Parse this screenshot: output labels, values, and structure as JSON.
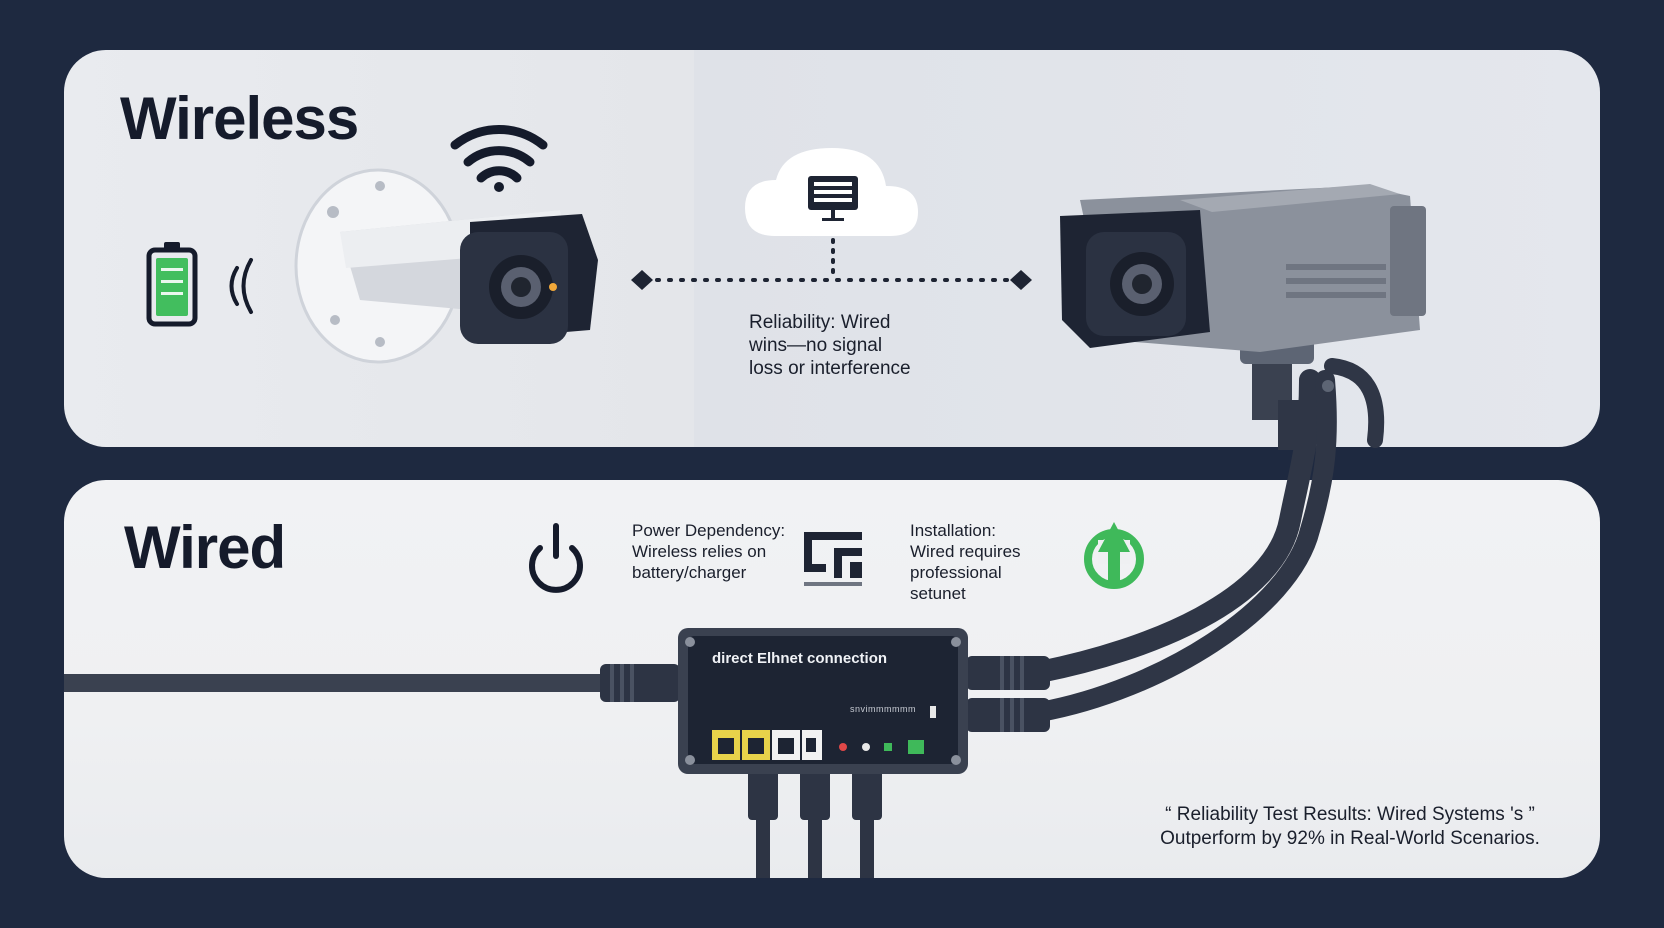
{
  "wireless": {
    "title": "Wireless",
    "icons": [
      "wifi-icon",
      "battery-icon",
      "signal-waves-icon",
      "bullet-camera-icon",
      "cloud-server-icon"
    ]
  },
  "reliability": {
    "lines": [
      "Reliability: Wired",
      "wins—no signal",
      "loss or interference"
    ]
  },
  "wired": {
    "title": "Wired",
    "icons": [
      "power-icon",
      "circuit-icon",
      "installation-arrow-icon",
      "wired-camera-icon",
      "ethernet-switch-icon"
    ]
  },
  "power_dependency": {
    "lines": [
      "Power Dependency:",
      "Wireless relies on",
      "battery/charger"
    ]
  },
  "installation": {
    "lines": [
      "Installation:",
      "Wired requires",
      "professional",
      "setunet"
    ]
  },
  "switch": {
    "label": "direct Elhnet connection",
    "model": "snvimmmmmm"
  },
  "quote": {
    "open_mark": "“",
    "close_mark": "”",
    "line1": "Reliability Test Results: Wired Systems 's",
    "line2": "Outperform by 92% in Real-World Scenarios."
  },
  "colors": {
    "background": "#1e2940",
    "accent_green": "#3fb95a",
    "camera_dark": "#2d3444",
    "cable": "#3a4150"
  }
}
